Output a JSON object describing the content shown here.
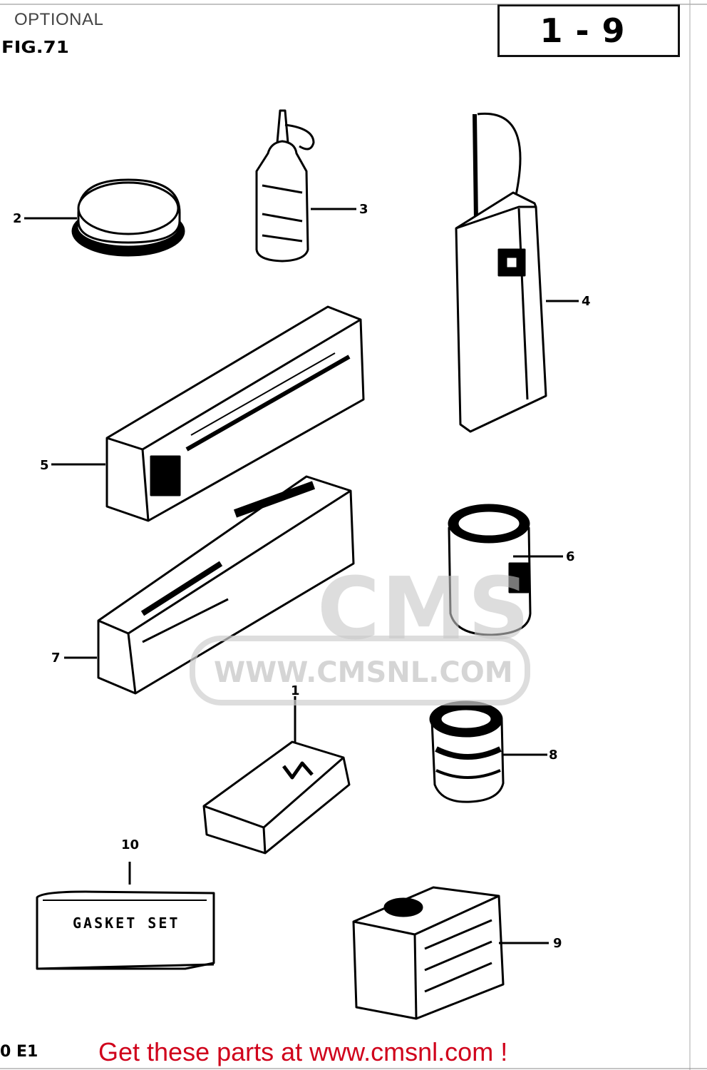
{
  "header": {
    "title": "OPTIONAL",
    "figure_label": "FIG.71",
    "page_ref": "1-9"
  },
  "diagram": {
    "callouts": {
      "c1": "1",
      "c2": "2",
      "c3": "3",
      "c4": "4",
      "c5": "5",
      "c6": "6",
      "c7": "7",
      "c8": "8",
      "c9": "9",
      "c10": "10"
    },
    "gasket_label": "GASKET SET"
  },
  "watermark": {
    "logo": "CMS",
    "url": "WWW.CMSNL.COM"
  },
  "footer": {
    "code": "0 E1",
    "promo": "Get these parts at www.cmsnl.com !"
  }
}
